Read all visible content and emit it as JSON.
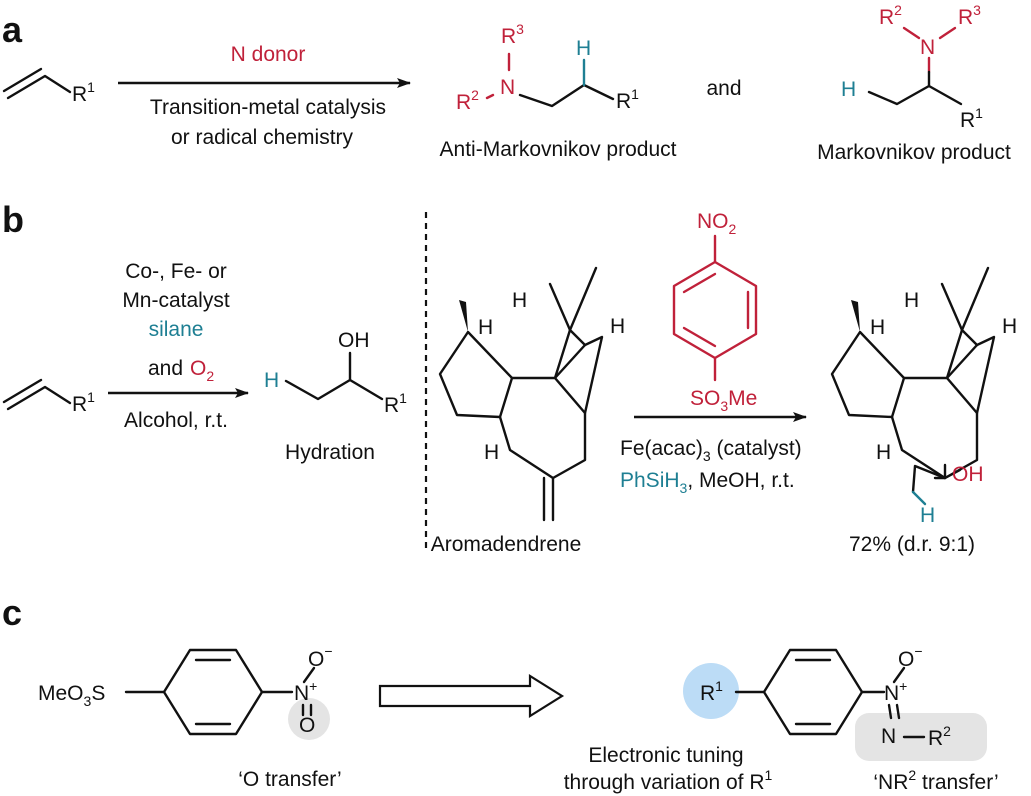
{
  "panels": {
    "a": "a",
    "b": "b",
    "c": "c"
  },
  "panel_a": {
    "reagent_top": "N donor",
    "reagent_bottom_1": "Transition-metal catalysis",
    "reagent_bottom_2": "or radical chemistry",
    "anti_label": "Anti-Markovnikov product",
    "connector": "and",
    "mark_label": "Markovnikov product"
  },
  "panel_b": {
    "cond_1": "Co-, Fe- or",
    "cond_2": "Mn-catalyst",
    "cond_3": "silane",
    "cond_4_and": "and",
    "cond_5": "Alcohol, r.t.",
    "hydration_label": "Hydration",
    "aromadendrene_label": "Aromadendrene",
    "fe_cond": "Fe(acac)",
    "fe_cond_tail": " (catalyst)",
    "silane_cond": "PhSiH",
    "silane_tail": ", MeOH, r.t.",
    "yield": "72% (d.r. 9:1)"
  },
  "panel_c": {
    "o_transfer": "‘O transfer’",
    "tuning_1": "Electronic tuning",
    "tuning_2": "through variation of R",
    "nr_transfer": "‘NR",
    "nr_transfer_tail": " transfer’"
  },
  "colors": {
    "red": "#c0213a",
    "teal": "#1e7f93",
    "grey_highlight": "#e4e4e4",
    "blue_highlight": "#bcdcf6"
  },
  "icons": {
    "retrosynthesis_arrow": "open-double-arrow-icon",
    "reaction_arrow": "arrow-right-icon"
  }
}
